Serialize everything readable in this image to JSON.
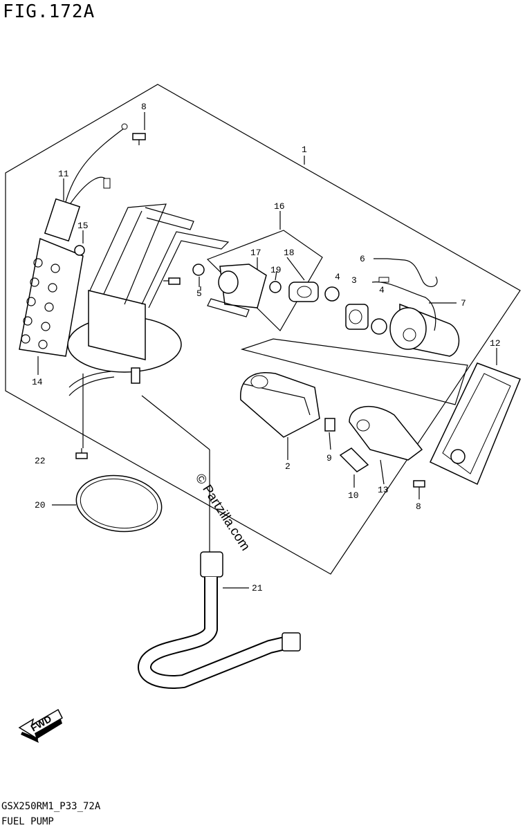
{
  "figure": {
    "title": "FIG.172A",
    "model_code": "GSX250RM1_P33_72A",
    "section_name": "FUEL PUMP",
    "watermark": "© Partzilla.com",
    "direction_label": "FWD"
  },
  "callouts": [
    {
      "id": "c1",
      "label": "1"
    },
    {
      "id": "c2",
      "label": "2"
    },
    {
      "id": "c3",
      "label": "3"
    },
    {
      "id": "c4a",
      "label": "4"
    },
    {
      "id": "c4b",
      "label": "4"
    },
    {
      "id": "c5",
      "label": "5"
    },
    {
      "id": "c6",
      "label": "6"
    },
    {
      "id": "c7",
      "label": "7"
    },
    {
      "id": "c8a",
      "label": "8"
    },
    {
      "id": "c8b",
      "label": "8"
    },
    {
      "id": "c9",
      "label": "9"
    },
    {
      "id": "c10",
      "label": "10"
    },
    {
      "id": "c11",
      "label": "11"
    },
    {
      "id": "c12",
      "label": "12"
    },
    {
      "id": "c13",
      "label": "13"
    },
    {
      "id": "c14",
      "label": "14"
    },
    {
      "id": "c15",
      "label": "15"
    },
    {
      "id": "c16",
      "label": "16"
    },
    {
      "id": "c17",
      "label": "17"
    },
    {
      "id": "c18",
      "label": "18"
    },
    {
      "id": "c19",
      "label": "19"
    },
    {
      "id": "c20",
      "label": "20"
    },
    {
      "id": "c21",
      "label": "21"
    },
    {
      "id": "c22",
      "label": "22"
    }
  ]
}
